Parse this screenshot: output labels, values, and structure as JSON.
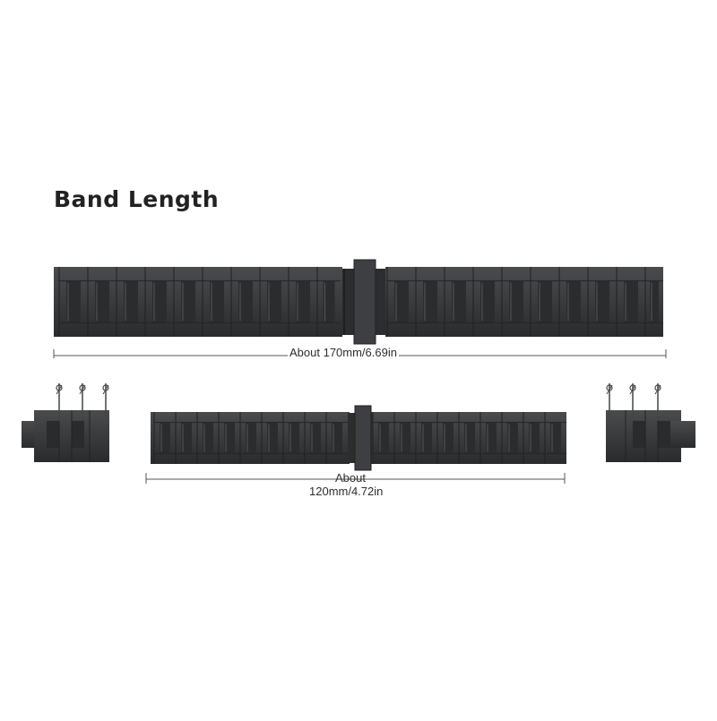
{
  "heading": "Band Length",
  "full_band": {
    "label": "About 170mm/6.69in"
  },
  "short_band": {
    "label_line1": "About",
    "label_line2": "120mm/4.72in"
  },
  "colors": {
    "band": "#3a3b3d",
    "band_dark": "#232426",
    "band_highlight": "#5a5b5e",
    "measure_line": "#555555",
    "pin": "#444444"
  },
  "icons": {
    "spring_bar": "spring-bar-pin-icon"
  }
}
